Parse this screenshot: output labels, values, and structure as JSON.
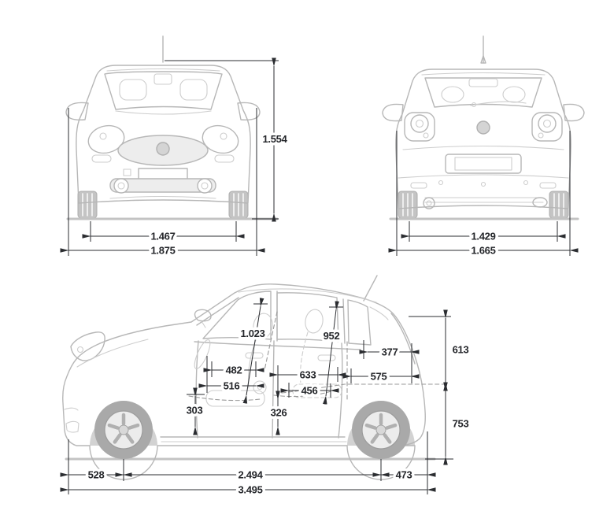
{
  "dimensions": {
    "front_view": {
      "height": "1.554",
      "track_width": "1.467",
      "overall_width": "1.875"
    },
    "rear_view": {
      "track_width": "1.429",
      "overall_width": "1.665"
    },
    "side_view": {
      "d1023": "1.023",
      "d952": "952",
      "d482": "482",
      "d516": "516",
      "d633": "633",
      "d456": "456",
      "d303": "303",
      "d326": "326",
      "d377": "377",
      "d613": "613",
      "d575": "575",
      "d753": "753",
      "d528": "528",
      "d2494": "2.494",
      "d473": "473",
      "d3495": "3.495"
    }
  }
}
